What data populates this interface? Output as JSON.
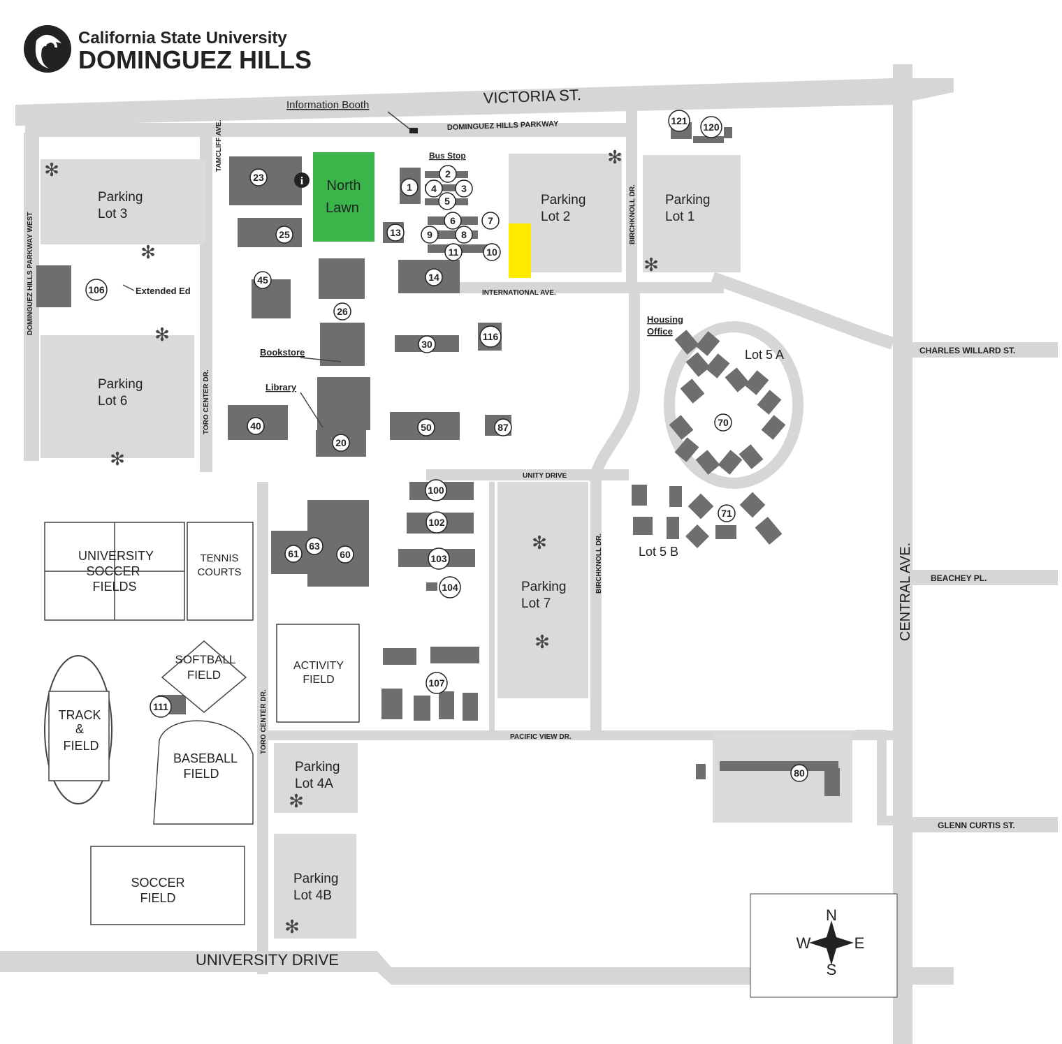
{
  "header": {
    "line1": "California State University",
    "line2": "DOMINGUEZ HILLS"
  },
  "streets": {
    "victoria": "VICTORIA ST.",
    "dh_parkway": "DOMINGUEZ HILLS PARKWAY",
    "dh_parkway_west": "DOMINGUEZ HILLS PARKWAY WEST",
    "tamcliff": "TAMCLIFF AVE.",
    "toro_center_upper": "TORO CENTER DR.",
    "toro_center_lower": "TORO CENTER DR.",
    "birchknoll_upper": "BIRCHKNOLL DR.",
    "birchknoll_lower": "BIRCHKNOLL DR.",
    "international": "INTERNATIONAL AVE.",
    "unity": "UNITY DRIVE",
    "pacific_view": "PACIFIC VIEW DR.",
    "university_drive": "UNIVERSITY DRIVE",
    "central_ave": "CENTRAL AVE.",
    "charles_willard": "CHARLES WILLARD ST.",
    "beachey": "BEACHEY PL.",
    "glenn_curtis": "GLENN CURTIS ST."
  },
  "lots": {
    "lot3": {
      "line1": "Parking",
      "line2": "Lot 3"
    },
    "lot6": {
      "line1": "Parking",
      "line2": "Lot 6"
    },
    "lot2": {
      "line1": "Parking",
      "line2": "Lot 2"
    },
    "lot1": {
      "line1": "Parking",
      "line2": "Lot 1"
    },
    "lot7": {
      "line1": "Parking",
      "line2": "Lot 7"
    },
    "lot4a": {
      "line1": "Parking",
      "line2": "Lot 4A"
    },
    "lot4b": {
      "line1": "Parking",
      "line2": "Lot 4B"
    },
    "lot5a": "Lot 5 A",
    "lot5b": "Lot 5 B"
  },
  "landmarks": {
    "info_booth": "Information Booth",
    "bus_stop": "Bus Stop",
    "extended_ed": "Extended Ed",
    "bookstore": "Bookstore",
    "library": "Library",
    "housing_line1": "Housing",
    "housing_line2": "Office",
    "north_lawn_line1": "North",
    "north_lawn_line2": "Lawn",
    "info_icon": "i"
  },
  "fields": {
    "soccer_univ": [
      "UNIVERSITY",
      "SOCCER",
      "FIELDS"
    ],
    "tennis": [
      "TENNIS",
      "COURTS"
    ],
    "softball": [
      "SOFTBALL",
      "FIELD"
    ],
    "track": [
      "TRACK",
      "&",
      "FIELD"
    ],
    "baseball": [
      "BASEBALL",
      "FIELD"
    ],
    "soccer": [
      "SOCCER",
      "FIELD"
    ],
    "activity": [
      "ACTIVITY",
      "FIELD"
    ]
  },
  "compass": {
    "n": "N",
    "s": "S",
    "e": "E",
    "w": "W"
  },
  "buildings": [
    "121",
    "120",
    "23",
    "2",
    "1",
    "4",
    "3",
    "5",
    "25",
    "13",
    "6",
    "7",
    "9",
    "8",
    "11",
    "10",
    "45",
    "106",
    "14",
    "26",
    "116",
    "30",
    "70",
    "50",
    "87",
    "40",
    "20",
    "100",
    "71",
    "102",
    "63",
    "61",
    "60",
    "103",
    "104",
    "107",
    "111",
    "80"
  ],
  "colors": {
    "north_lawn": "#3ab54a",
    "highlight": "#ffeb00",
    "road": "#d6d6d6",
    "building": "#6e6e6e"
  }
}
